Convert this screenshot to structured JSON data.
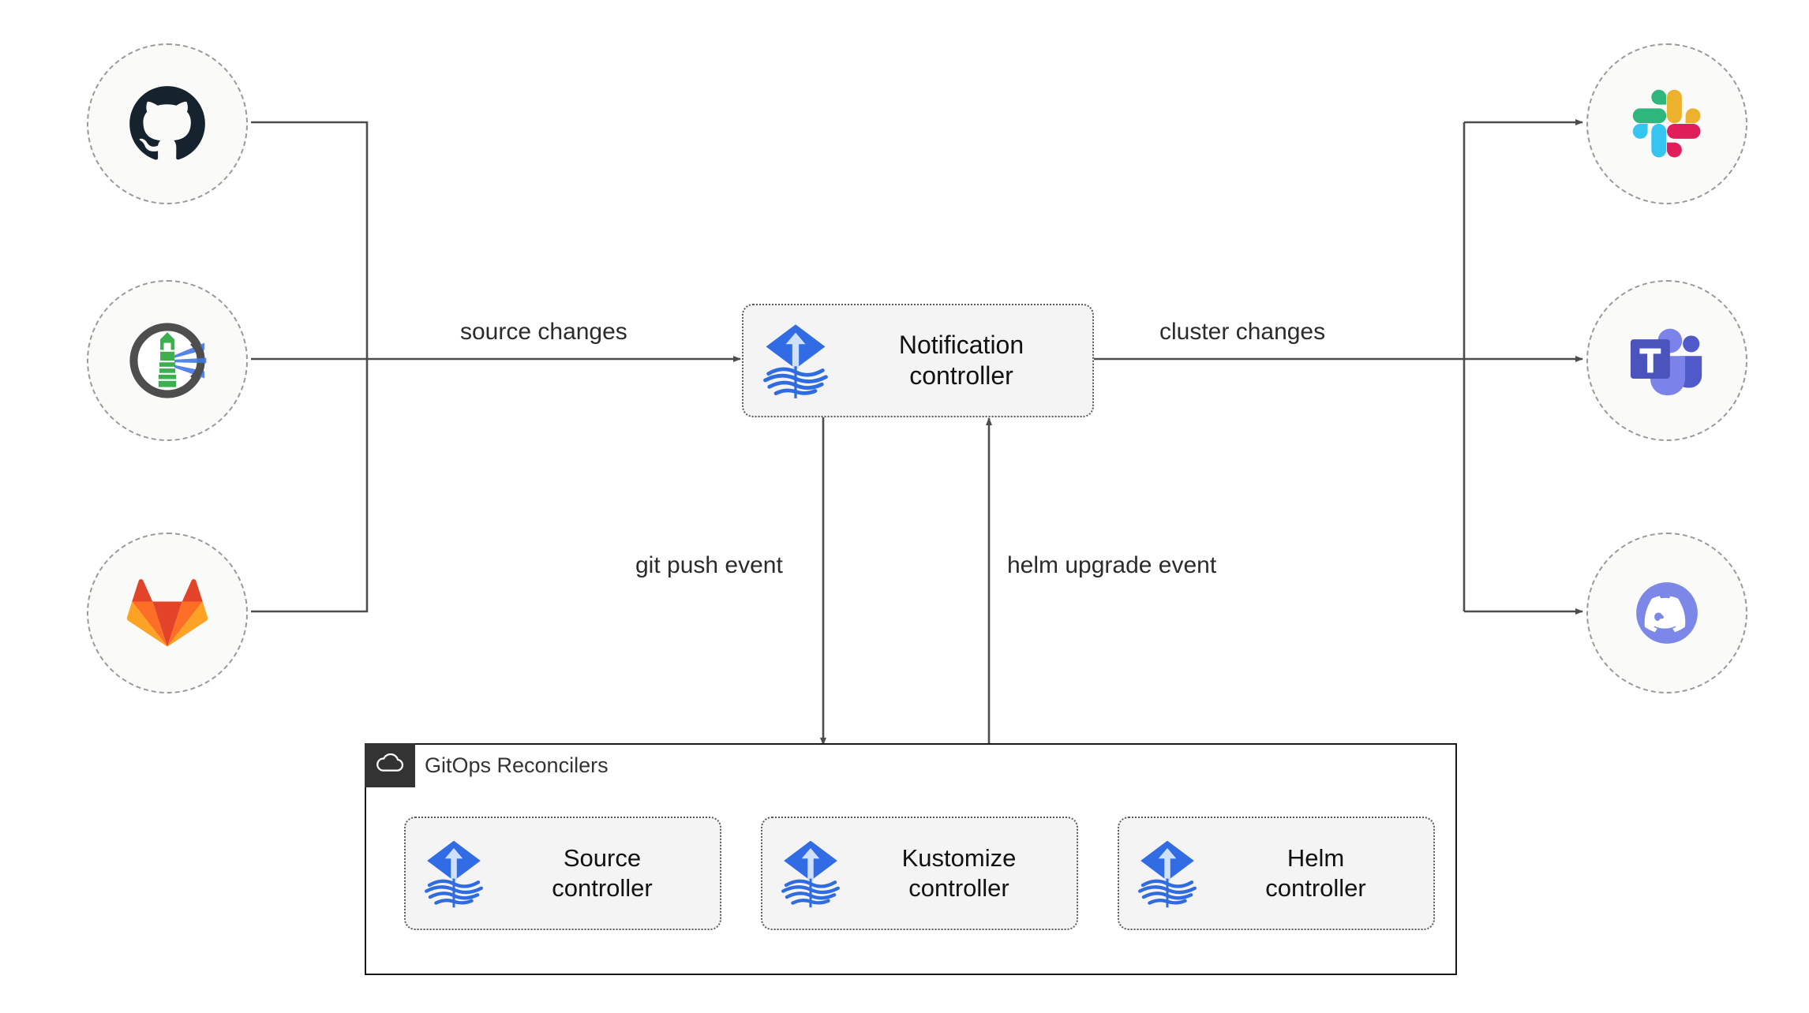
{
  "diagram": {
    "title": "Flux notification controller architecture",
    "background": "#ffffff",
    "line_color": "#4d4d4d",
    "flux_blue": "#326ce5"
  },
  "sources": [
    {
      "name": "GitHub",
      "icon": "github-icon",
      "color": "#16232f"
    },
    {
      "name": "Flux",
      "icon": "flux-lighthouse-icon",
      "color": "#4e4e4e"
    },
    {
      "name": "GitLab",
      "icon": "gitlab-icon",
      "color": "#e24329"
    }
  ],
  "targets": [
    {
      "name": "Slack",
      "icon": "slack-icon",
      "color": "#36c5f0"
    },
    {
      "name": "Microsoft Teams",
      "icon": "microsoft-teams-icon",
      "color": "#4b53bc"
    },
    {
      "name": "Discord",
      "icon": "discord-icon",
      "color": "#7b88e8"
    }
  ],
  "notification_controller": {
    "label": "Notification\ncontroller",
    "icon": "flux-logo-icon"
  },
  "edges": [
    {
      "id": "source-changes",
      "label": "source changes"
    },
    {
      "id": "cluster-changes",
      "label": "cluster changes"
    },
    {
      "id": "git-push-event",
      "label": "git push event"
    },
    {
      "id": "helm-upgrade-event",
      "label": "helm upgrade event"
    }
  ],
  "container": {
    "title": "GitOps Reconcilers",
    "icon": "cloud-icon",
    "reconcilers": [
      {
        "label": "Source\ncontroller",
        "icon": "flux-logo-icon"
      },
      {
        "label": "Kustomize\ncontroller",
        "icon": "flux-logo-icon"
      },
      {
        "label": "Helm\ncontroller",
        "icon": "flux-logo-icon"
      }
    ]
  }
}
